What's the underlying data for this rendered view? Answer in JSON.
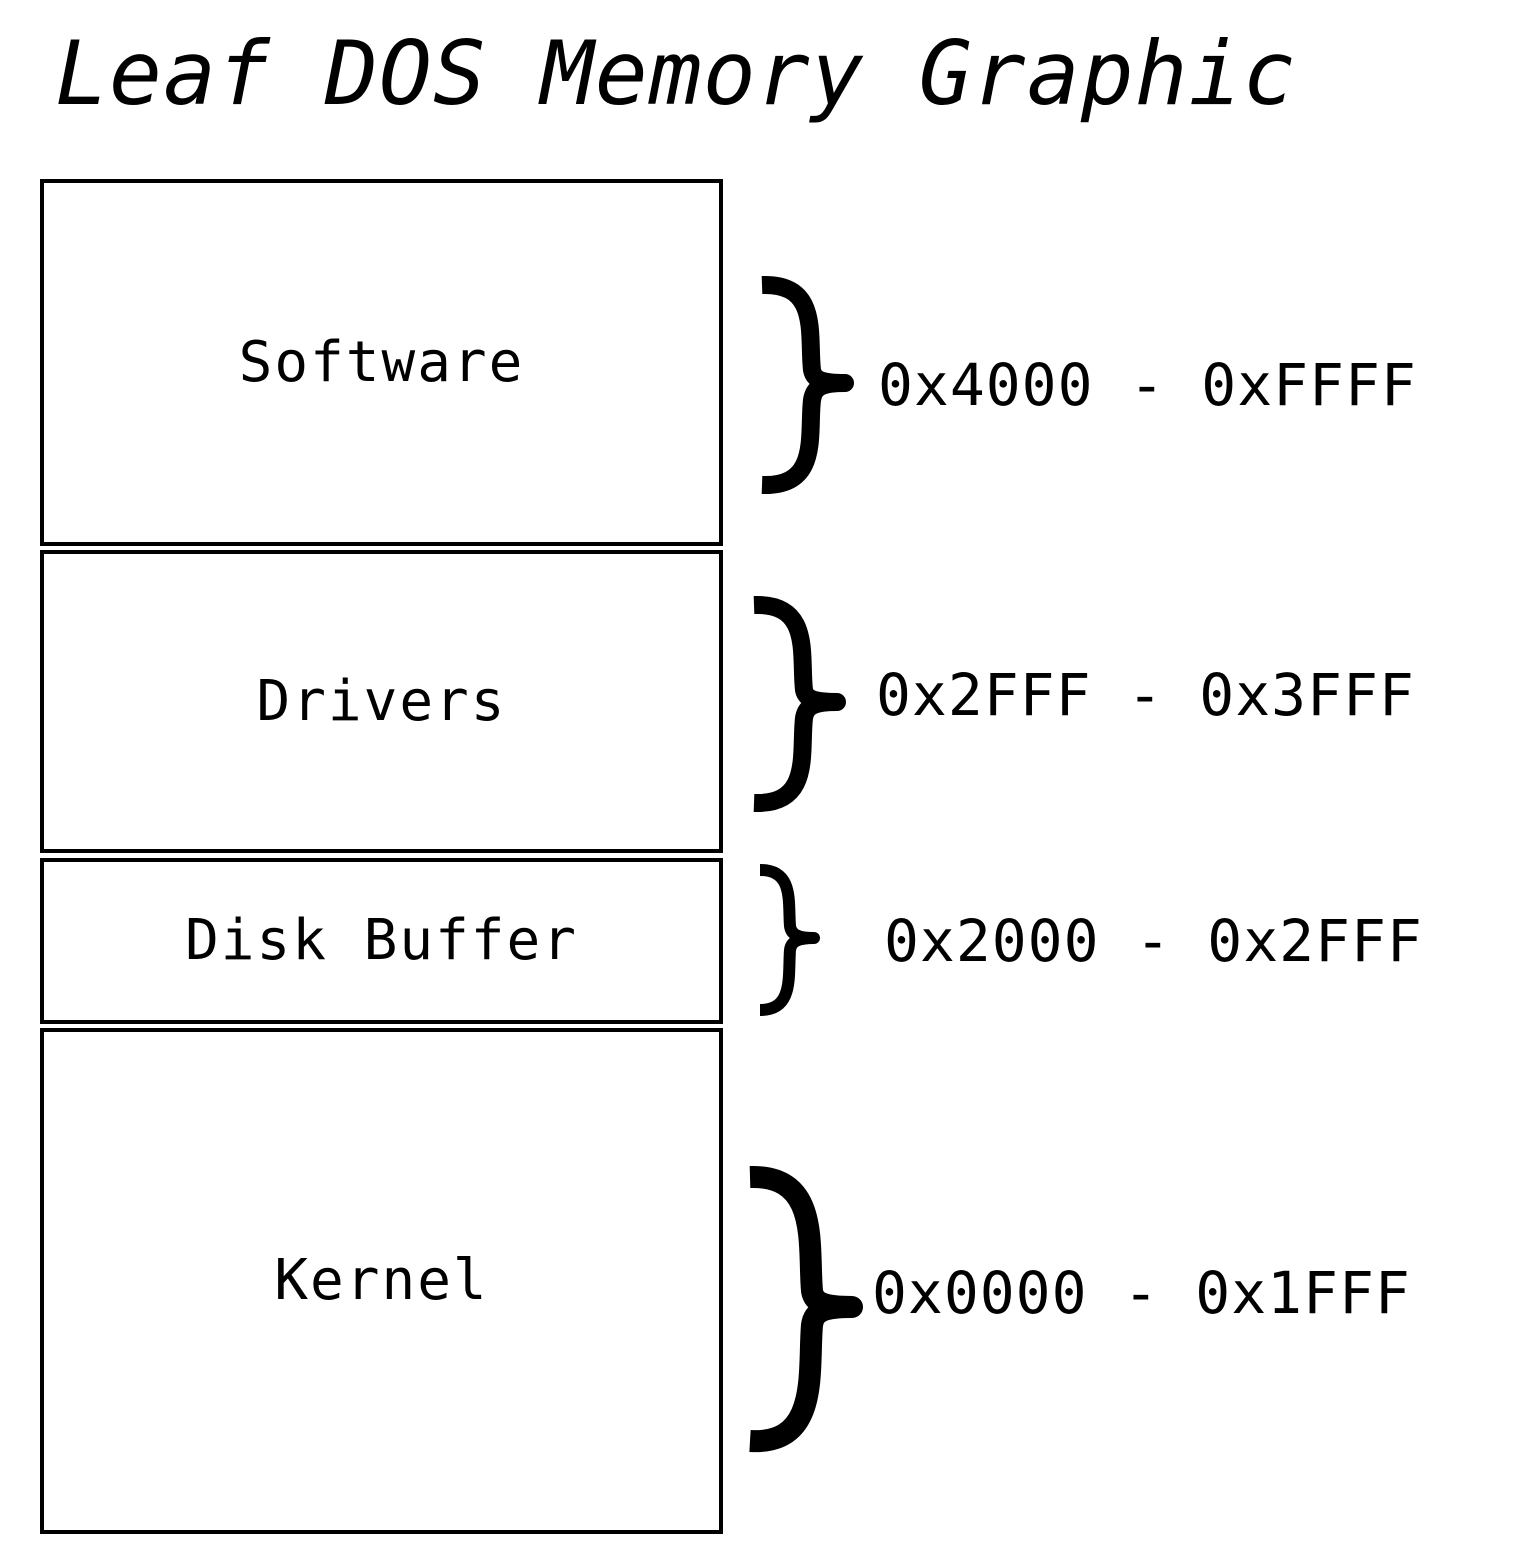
{
  "title": "Leaf DOS Memory Graphic",
  "regions": [
    {
      "label": "Software",
      "range": "0x4000 - 0xFFFF"
    },
    {
      "label": "Drivers",
      "range": "0x2FFF - 0x3FFF"
    },
    {
      "label": "Disk Buffer",
      "range": "0x2000 - 0x2FFF"
    },
    {
      "label": "Kernel",
      "range": "0x0000 - 0x1FFF"
    }
  ]
}
